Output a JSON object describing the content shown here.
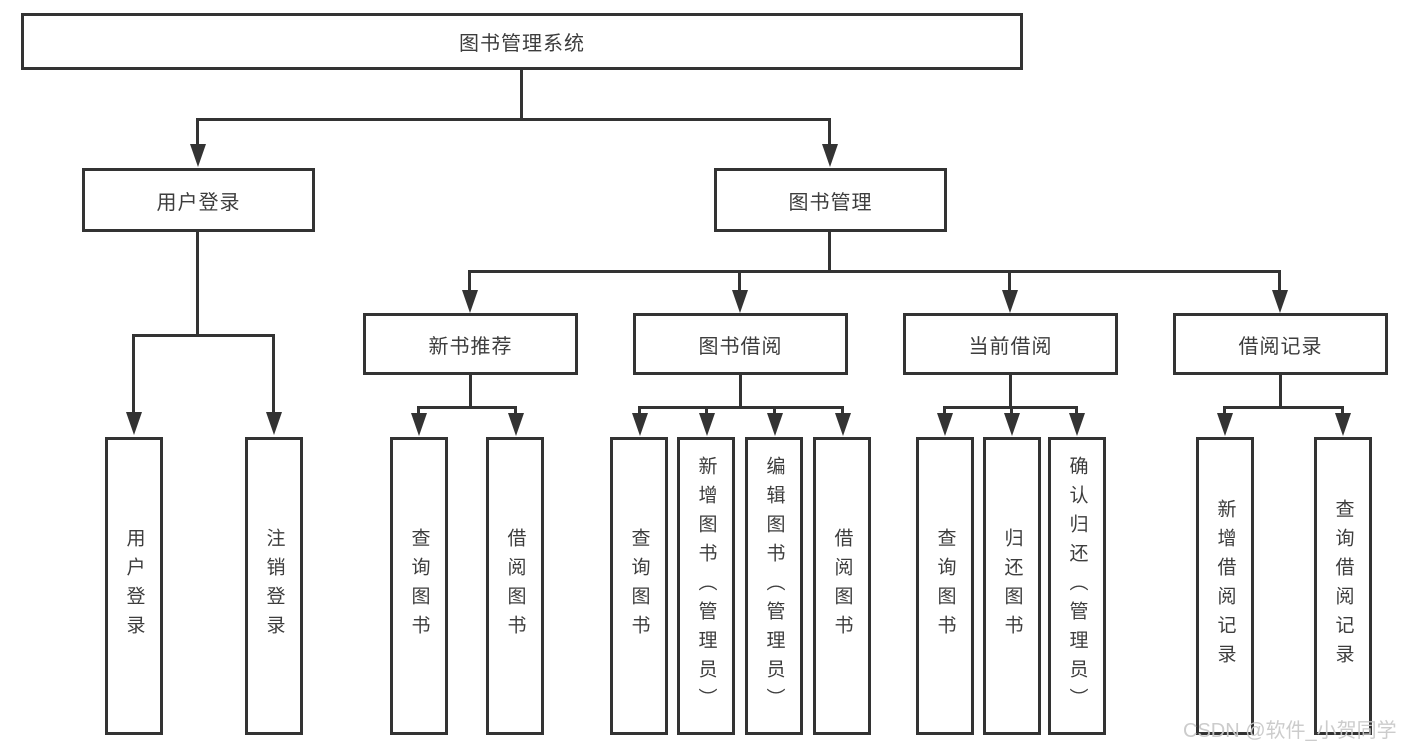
{
  "tree": {
    "root": {
      "label": "图书管理系统"
    },
    "branches": [
      {
        "label": "用户登录",
        "children": [
          "用户登录",
          "注销登录"
        ]
      },
      {
        "label": "图书管理",
        "groups": [
          {
            "label": "新书推荐",
            "children": [
              "查询图书",
              "借阅图书"
            ]
          },
          {
            "label": "图书借阅",
            "children": [
              "查询图书",
              "新增图书（管理员）",
              "编辑图书（管理员）",
              "借阅图书"
            ]
          },
          {
            "label": "当前借阅",
            "children": [
              "查询图书",
              "归还图书",
              "确认归还（管理员）"
            ]
          },
          {
            "label": "借阅记录",
            "children": [
              "新增借阅记录",
              "查询借阅记录"
            ]
          }
        ]
      }
    ]
  },
  "watermark": "CSDN @软件_小贺同学",
  "colors": {
    "line": "#333333",
    "text": "#3d3d3d",
    "background": "#ffffff",
    "watermark": "#c9c9c9"
  }
}
